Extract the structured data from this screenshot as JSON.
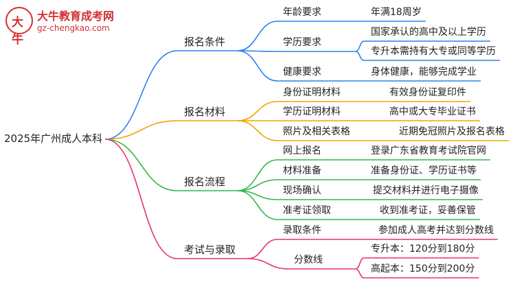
{
  "logo": {
    "mark": "大牛",
    "name": "大牛教育成考网",
    "url": "gz-chengkao.com"
  },
  "root": "2025年广州成人本科",
  "branches": [
    {
      "label": "报名条件",
      "color": "#2f7ff0",
      "items": [
        {
          "label": "年龄要求",
          "values": [
            "年满18周岁"
          ]
        },
        {
          "label": "学历要求",
          "values": [
            "国家承认的高中及以上学历",
            "专升本需持有大专或同等学历"
          ]
        },
        {
          "label": "健康要求",
          "values": [
            "身体健康，能够完成学业"
          ]
        }
      ]
    },
    {
      "label": "报名材料",
      "color": "#f0a500",
      "items": [
        {
          "label": "身份证明材料",
          "values": [
            "有效身份证复印件"
          ]
        },
        {
          "label": "学历证明材料",
          "values": [
            "高中或大专毕业证书"
          ]
        },
        {
          "label": "照片及相关表格",
          "values": [
            "近期免冠照片及报名表格"
          ]
        }
      ]
    },
    {
      "label": "报名流程",
      "color": "#2fb84a",
      "items": [
        {
          "label": "网上报名",
          "values": [
            "登录广东省教育考试院官网"
          ]
        },
        {
          "label": "材料准备",
          "values": [
            "准备身份证、学历证书等"
          ]
        },
        {
          "label": "现场确认",
          "values": [
            "提交材料并进行电子摄像"
          ]
        },
        {
          "label": "准考证领取",
          "values": [
            "收到准考证，妥善保管"
          ]
        }
      ]
    },
    {
      "label": "考试与录取",
      "color": "#e8306f",
      "items": [
        {
          "label": "录取条件",
          "values": [
            "参加成人高考并达到分数线"
          ]
        },
        {
          "label": "分数线",
          "values": [
            "专升本：120分到180分",
            "高起本：150分到200分"
          ]
        }
      ]
    }
  ]
}
